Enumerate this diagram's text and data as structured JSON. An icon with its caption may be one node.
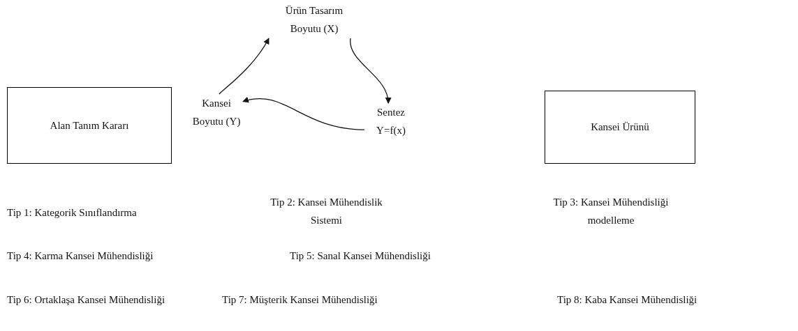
{
  "diagram": {
    "nodes": [
      {
        "text": [
          "Ürün Tasarım Boyutu (X)"
        ]
      },
      {
        "text": [
          "Alan Tanım Kararı"
        ]
      },
      {
        "text": [
          "Kansei Boyutu (Y)"
        ]
      },
      {
        "text": [
          "Sentez Y=f(x)"
        ]
      },
      {
        "text": [
          "Kansei Ürünü"
        ]
      }
    ],
    "edges": [
      {
        "from": 2,
        "to": 0,
        "arrow": "to"
      },
      {
        "from": 0,
        "to": 3,
        "arrow": "to"
      },
      {
        "from": 3,
        "to": 2,
        "arrow": "to"
      }
    ],
    "labels": [
      "Tip 1: Kategorik Sınıflandırma",
      "Tip 2: Kansei Mühendislik Sistemi",
      "Tip 3: Kansei Mühendisliği modelleme",
      "Tip 4: Karma Kansei Mühendisliği",
      "Tip 5: Sanal Kansei Mühendisliği",
      "Tip 6: Ortaklaşa Kansei Mühendisliği",
      "Tip 7: Müşterik Kansei Mühendisliği",
      "Tip 8: Kaba Kansei Mühendisliği"
    ]
  }
}
